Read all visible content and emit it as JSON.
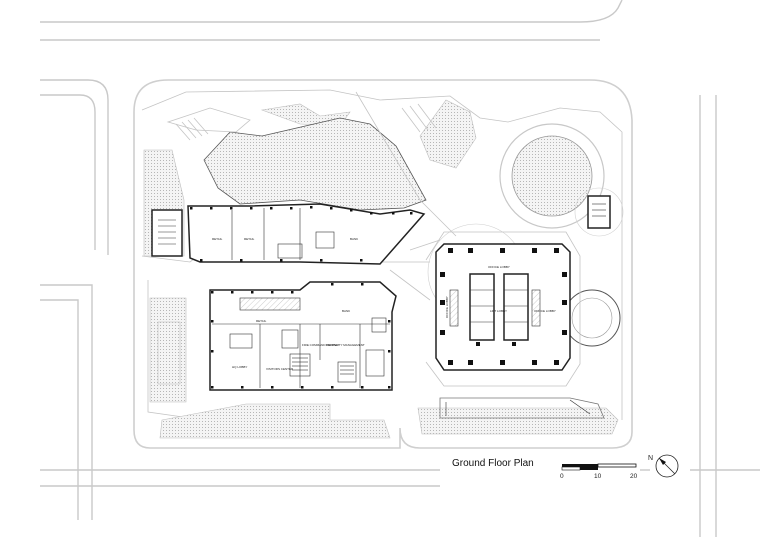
{
  "title": "Ground Floor Plan",
  "scale_bar": {
    "labels": [
      "0",
      "10",
      "20"
    ]
  },
  "north_label": "N",
  "room_labels": {
    "retail_1": "RETAIL",
    "retail_2": "RETAIL",
    "bank_1": "BANK",
    "retail_3": "RETAIL",
    "bank_2": "BANK",
    "hq_lobby": "HQ LOBBY",
    "visitors_center": "VISITORS CENTER",
    "fire_command_center": "FIRE COMMAND CENTER",
    "property_management": "PROPERTY MANAGEMENT",
    "office_lobby_top": "OFFICE LOBBY",
    "office_lobby_left": "OFFICE LOBBY",
    "office_lobby_right": "OFFICE LOBBY",
    "lift_lobby": "LIFT LOBBY"
  }
}
